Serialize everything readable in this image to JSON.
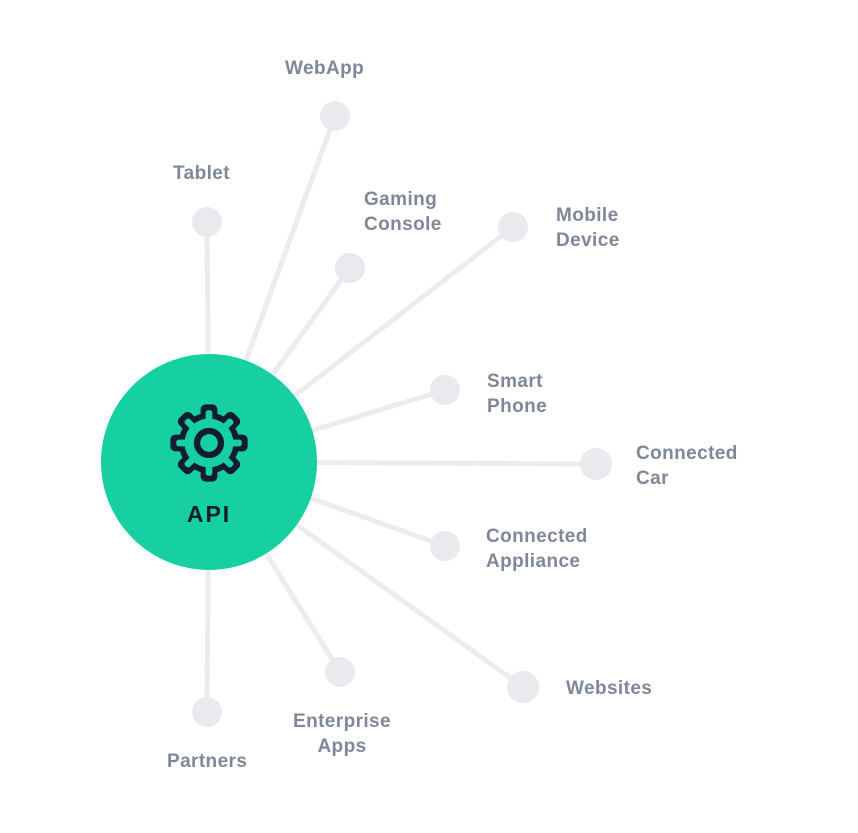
{
  "hub": {
    "label": "API",
    "icon": "gear-icon"
  },
  "nodes": [
    {
      "id": "webapp",
      "label": "WebApp"
    },
    {
      "id": "tablet",
      "label": "Tablet"
    },
    {
      "id": "gaming-console",
      "label": "Gaming\nConsole"
    },
    {
      "id": "mobile-device",
      "label": "Mobile\nDevice"
    },
    {
      "id": "smart-phone",
      "label": "Smart\nPhone"
    },
    {
      "id": "connected-car",
      "label": "Connected\nCar"
    },
    {
      "id": "connected-appliance",
      "label": "Connected\nAppliance"
    },
    {
      "id": "websites",
      "label": "Websites"
    },
    {
      "id": "enterprise-apps",
      "label": "Enterprise\nApps"
    },
    {
      "id": "partners",
      "label": "Partners"
    }
  ],
  "colors": {
    "hub": "#16d0a2",
    "ink": "#131c30",
    "label": "#7e8899",
    "line": "#ececef",
    "node": "#e8eaed",
    "bg": "#ffffff"
  }
}
